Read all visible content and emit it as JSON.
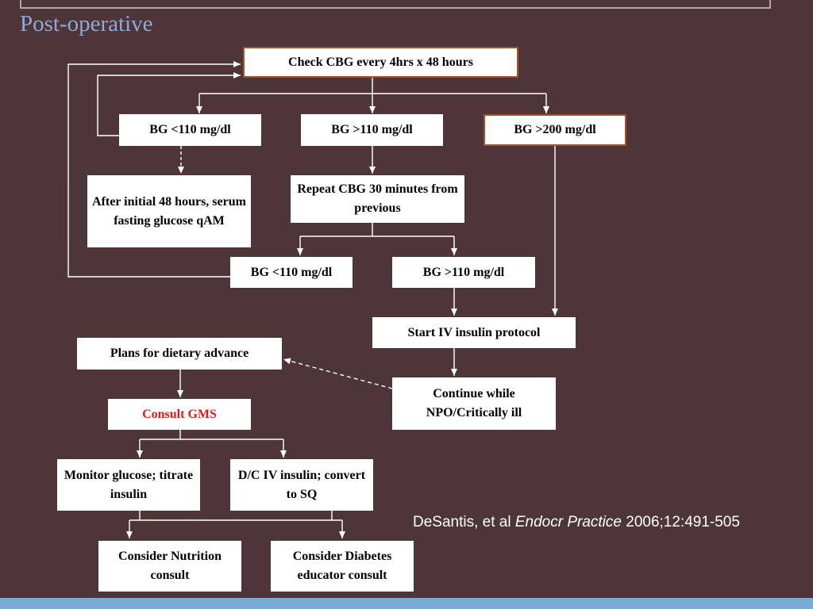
{
  "slide": {
    "title": "Post-operative",
    "citation": {
      "authors": "DeSantis, et al ",
      "journal": "Endocr Practice",
      "details": " 2006;12:491-505"
    }
  },
  "flowchart": {
    "check_cbg": "Check CBG every 4hrs x 48 hours",
    "bg_lt_110_initial": "BG <110 mg/dl",
    "bg_gt_110_initial": "BG >110 mg/dl",
    "bg_gt_200": "BG >200 mg/dl",
    "after_48_hours": "After initial 48 hours, serum fasting glucose qAM",
    "repeat_cbg": "Repeat CBG 30 minutes from previous",
    "bg_lt_110_repeat": "BG <110 mg/dl",
    "bg_gt_110_repeat": "BG >110 mg/dl",
    "start_iv_insulin": "Start IV insulin protocol",
    "plans_dietary": "Plans for dietary advance",
    "continue_npo": "Continue while NPO/Critically ill",
    "consult_gms": "Consult GMS",
    "monitor_glucose": "Monitor glucose; titrate insulin",
    "dc_iv_insulin": "D/C IV insulin; convert to SQ",
    "nutrition_consult": "Consider Nutrition consult",
    "diabetes_educator": "Consider Diabetes educator consult"
  },
  "colors": {
    "background": "#4e3638",
    "title": "#8fa9d6",
    "emphasis_text": "#e8141b",
    "box_border": "#a0522d",
    "bottom_bar": "#7aaad3"
  }
}
